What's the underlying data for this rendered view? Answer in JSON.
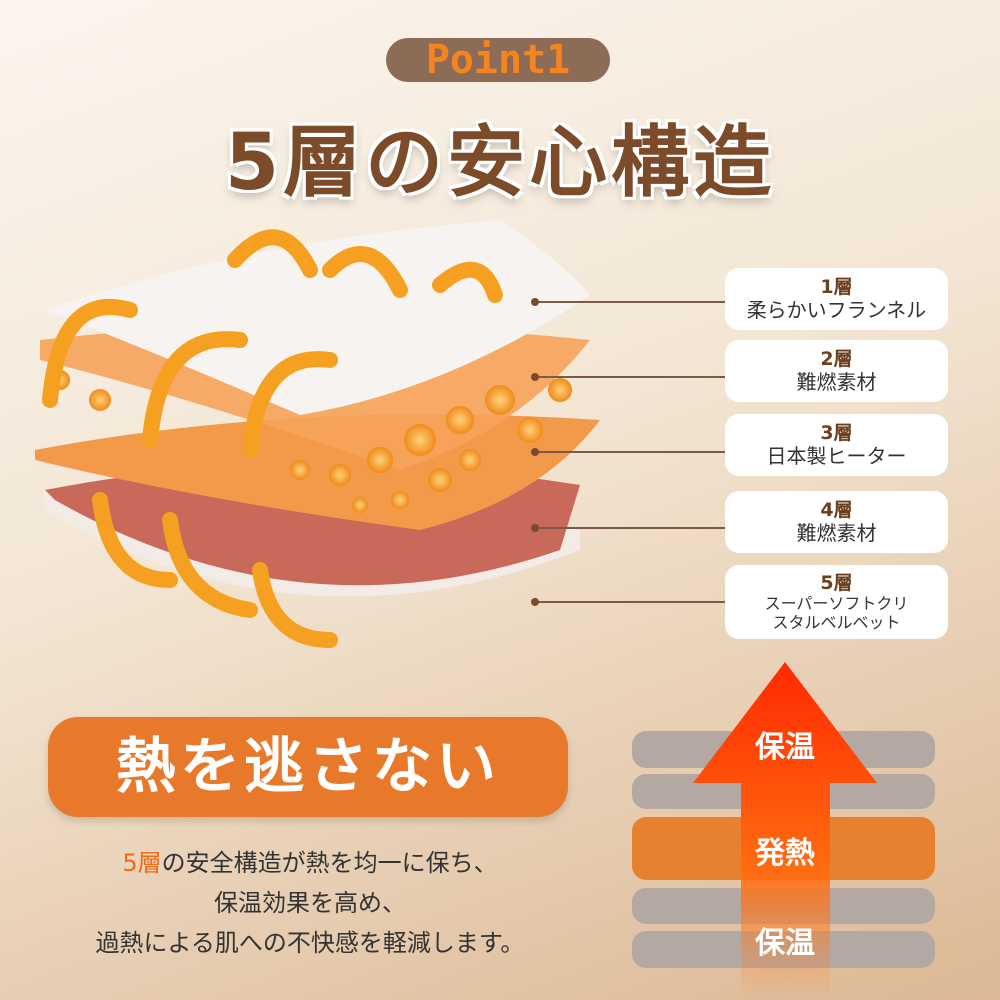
{
  "badge": "Point1",
  "title": "5層の安心構造",
  "layers": [
    {
      "num": "1層",
      "desc": "柔らかいフランネル"
    },
    {
      "num": "2層",
      "desc": "難燃素材"
    },
    {
      "num": "3層",
      "desc": "日本製ヒーター"
    },
    {
      "num": "4層",
      "desc": "難燃素材"
    },
    {
      "num": "5層",
      "desc": "スーパーソフトクリスタルベルベット",
      "desc_line1": "スーパーソフトクリ",
      "desc_line2": "スタルベルベット"
    }
  ],
  "hero": "熱を逃さない",
  "description": {
    "highlight": "5層",
    "line1_rest": "の安全構造が熱を均一に保ち、",
    "line2": "保温効果を高め、",
    "line3": "過熱による肌への不快感を軽減します。"
  },
  "diagram": {
    "top": "保温",
    "middle": "発熱",
    "bottom": "保温"
  },
  "colors": {
    "accent": "#e8782a",
    "brown": "#7b4b2a"
  }
}
